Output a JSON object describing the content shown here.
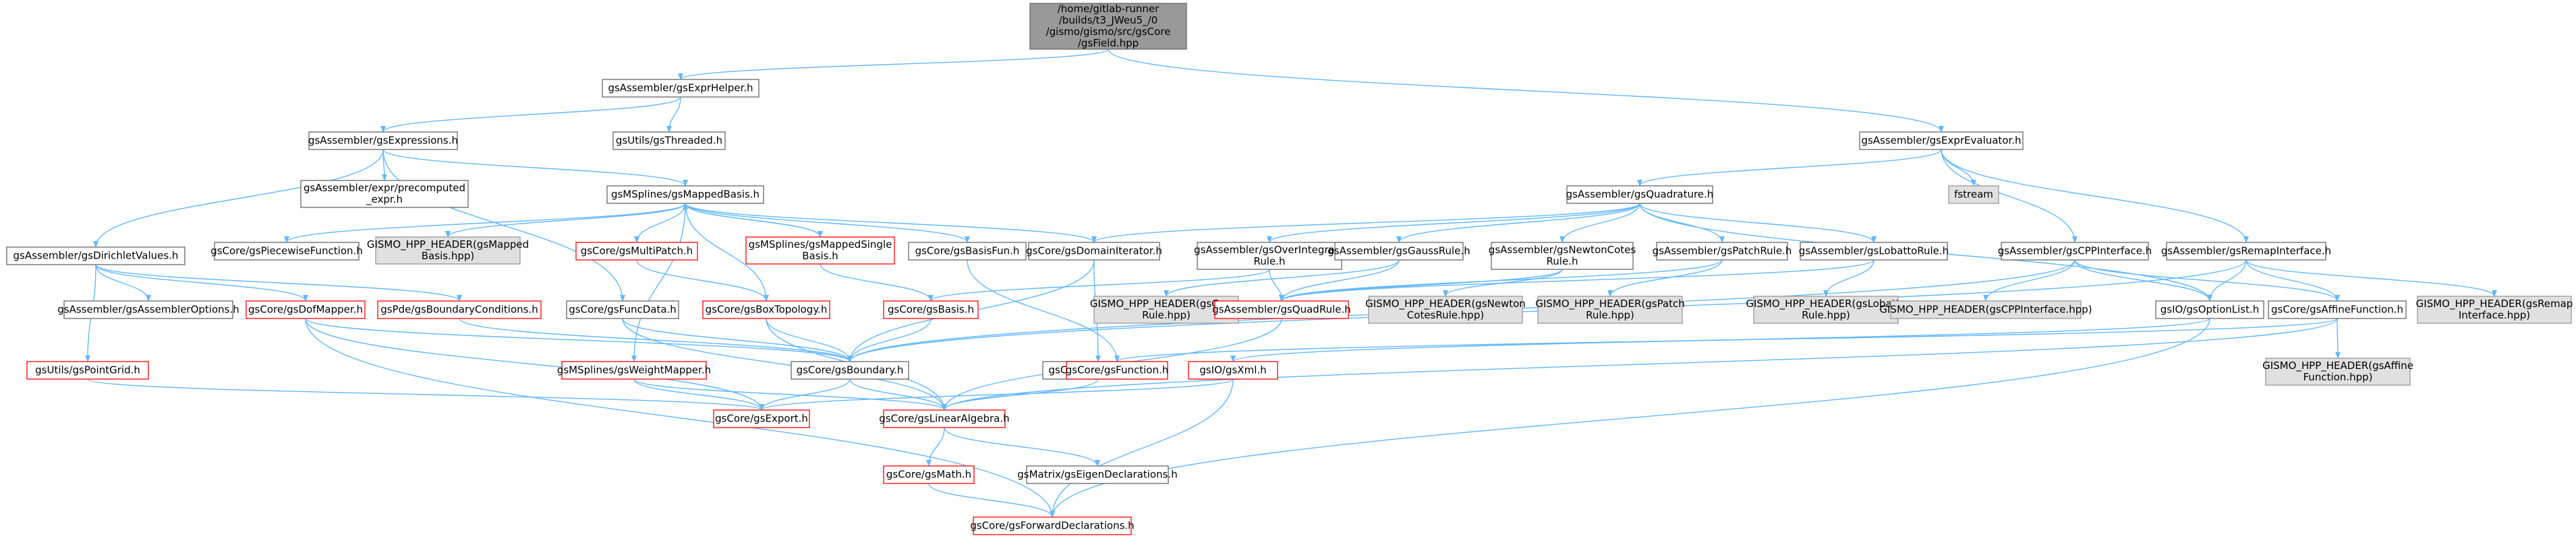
{
  "diagram": {
    "type": "include-dependency-graph",
    "colors": {
      "edge": "#63b8ff",
      "root_fill": "#999999",
      "root_border": "#666666",
      "normal_fill": "#ffffff",
      "normal_border": "#666666",
      "missing_fill": "#e0e0e0",
      "missing_border": "#999999",
      "truncated_fill": "#ffffff",
      "truncated_border": "#ff0000"
    },
    "nodes": [
      {
        "id": "root",
        "kind": "root",
        "lines": [
          "/home/gitlab-runner",
          "/builds/t3_JWeu5_/0",
          "/gismo/gismo/src/gsCore",
          "/gsField.hpp"
        ]
      },
      {
        "id": "exprhelper",
        "kind": "normal",
        "lines": [
          "gsAssembler/gsExprHelper.h"
        ]
      },
      {
        "id": "exprevaluator",
        "kind": "normal",
        "lines": [
          "gsAssembler/gsExprEvaluator.h"
        ]
      },
      {
        "id": "expressions",
        "kind": "normal",
        "lines": [
          "gsAssembler/gsExpressions.h"
        ]
      },
      {
        "id": "threaded",
        "kind": "normal",
        "lines": [
          "gsUtils/gsThreaded.h"
        ]
      },
      {
        "id": "precomputed",
        "kind": "normal",
        "lines": [
          "gsAssembler/expr/precomputed",
          "_expr.h"
        ]
      },
      {
        "id": "mappedbasis",
        "kind": "normal",
        "lines": [
          "gsMSplines/gsMappedBasis.h"
        ]
      },
      {
        "id": "dirichlet",
        "kind": "normal",
        "lines": [
          "gsAssembler/gsDirichletValues.h"
        ]
      },
      {
        "id": "piecewise",
        "kind": "normal",
        "lines": [
          "gsCore/gsPiecewiseFunction.h"
        ]
      },
      {
        "id": "hpp_mappedbasis",
        "kind": "missing",
        "lines": [
          "GISMO_HPP_HEADER(gsMapped",
          "Basis.hpp)"
        ]
      },
      {
        "id": "multipatch",
        "kind": "truncated",
        "lines": [
          "gsCore/gsMultiPatch.h"
        ]
      },
      {
        "id": "mappedsingle",
        "kind": "truncated",
        "lines": [
          "gsMSplines/gsMappedSingle",
          "Basis.h"
        ]
      },
      {
        "id": "basisfun",
        "kind": "normal",
        "lines": [
          "gsCore/gsBasisFun.h"
        ]
      },
      {
        "id": "domainiter",
        "kind": "normal",
        "lines": [
          "gsCore/gsDomainIterator.h"
        ]
      },
      {
        "id": "quadrature",
        "kind": "normal",
        "lines": [
          "gsAssembler/gsQuadrature.h"
        ]
      },
      {
        "id": "fstream",
        "kind": "missing",
        "lines": [
          "fstream"
        ]
      },
      {
        "id": "cppinterface",
        "kind": "normal",
        "lines": [
          "gsAssembler/gsCPPInterface.h"
        ]
      },
      {
        "id": "remapinterface",
        "kind": "normal",
        "lines": [
          "gsAssembler/gsRemapInterface.h"
        ]
      },
      {
        "id": "overintegrate",
        "kind": "normal",
        "lines": [
          "gsAssembler/gsOverIntegrate",
          "Rule.h"
        ]
      },
      {
        "id": "gaussrule",
        "kind": "normal",
        "lines": [
          "gsAssembler/gsGaussRule.h"
        ]
      },
      {
        "id": "newtoncotes",
        "kind": "normal",
        "lines": [
          "gsAssembler/gsNewtonCotes",
          "Rule.h"
        ]
      },
      {
        "id": "patchrule",
        "kind": "normal",
        "lines": [
          "gsAssembler/gsPatchRule.h"
        ]
      },
      {
        "id": "lobattorule",
        "kind": "normal",
        "lines": [
          "gsAssembler/gsLobattoRule.h"
        ]
      },
      {
        "id": "assembleroptions",
        "kind": "normal",
        "lines": [
          "gsAssembler/gsAssemblerOptions.h"
        ]
      },
      {
        "id": "dofmapper",
        "kind": "truncated",
        "lines": [
          "gsCore/gsDofMapper.h"
        ]
      },
      {
        "id": "boundarycond",
        "kind": "truncated",
        "lines": [
          "gsPde/gsBoundaryConditions.h"
        ]
      },
      {
        "id": "funcdata",
        "kind": "normal",
        "lines": [
          "gsCore/gsFuncData.h"
        ]
      },
      {
        "id": "boxtopology",
        "kind": "truncated",
        "lines": [
          "gsCore/gsBoxTopology.h"
        ]
      },
      {
        "id": "basis",
        "kind": "truncated",
        "lines": [
          "gsCore/gsBasis.h"
        ]
      },
      {
        "id": "hpp_gauss",
        "kind": "missing",
        "lines": [
          "GISMO_HPP_HEADER(gsGauss",
          "Rule.hpp)"
        ]
      },
      {
        "id": "quadrule",
        "kind": "truncated",
        "lines": [
          "gsAssembler/gsQuadRule.h"
        ]
      },
      {
        "id": "hpp_newton",
        "kind": "missing",
        "lines": [
          "GISMO_HPP_HEADER(gsNewton",
          "CotesRule.hpp)"
        ]
      },
      {
        "id": "hpp_patch",
        "kind": "missing",
        "lines": [
          "GISMO_HPP_HEADER(gsPatch",
          "Rule.hpp)"
        ]
      },
      {
        "id": "hpp_lobatto",
        "kind": "missing",
        "lines": [
          "GISMO_HPP_HEADER(gsLobatto",
          "Rule.hpp)"
        ]
      },
      {
        "id": "hpp_cpp",
        "kind": "missing",
        "lines": [
          "GISMO_HPP_HEADER(gsCPPInterface.hpp)"
        ]
      },
      {
        "id": "optionlist",
        "kind": "normal",
        "lines": [
          "gsIO/gsOptionList.h"
        ]
      },
      {
        "id": "affinefunction",
        "kind": "normal",
        "lines": [
          "gsCore/gsAffineFunction.h"
        ]
      },
      {
        "id": "hpp_remap",
        "kind": "missing",
        "lines": [
          "GISMO_HPP_HEADER(gsRemap",
          "Interface.hpp)"
        ]
      },
      {
        "id": "pointgrid",
        "kind": "truncated",
        "lines": [
          "gsUtils/gsPointGrid.h"
        ]
      },
      {
        "id": "weightmapper",
        "kind": "truncated",
        "lines": [
          "gsMSplines/gsWeightMapper.h"
        ]
      },
      {
        "id": "boundary",
        "kind": "normal",
        "lines": [
          "gsCore/gsBoundary.h"
        ]
      },
      {
        "id": "domain",
        "kind": "normal",
        "lines": [
          "gsCore/gsDomain.h"
        ]
      },
      {
        "id": "function",
        "kind": "truncated",
        "lines": [
          "gsCore/gsFunction.h"
        ]
      },
      {
        "id": "xml",
        "kind": "truncated",
        "lines": [
          "gsIO/gsXml.h"
        ]
      },
      {
        "id": "hpp_affine",
        "kind": "missing",
        "lines": [
          "GISMO_HPP_HEADER(gsAffine",
          "Function.hpp)"
        ]
      },
      {
        "id": "export",
        "kind": "truncated",
        "lines": [
          "gsCore/gsExport.h"
        ]
      },
      {
        "id": "linearalgebra",
        "kind": "truncated",
        "lines": [
          "gsCore/gsLinearAlgebra.h"
        ]
      },
      {
        "id": "math",
        "kind": "truncated",
        "lines": [
          "gsCore/gsMath.h"
        ]
      },
      {
        "id": "eigendecl",
        "kind": "normal",
        "lines": [
          "gsMatrix/gsEigenDeclarations.h"
        ]
      },
      {
        "id": "forwarddecl",
        "kind": "truncated",
        "lines": [
          "gsCore/gsForwardDeclarations.h"
        ]
      }
    ],
    "edges": [
      [
        "root",
        "exprhelper"
      ],
      [
        "root",
        "exprevaluator"
      ],
      [
        "exprhelper",
        "expressions"
      ],
      [
        "exprhelper",
        "threaded"
      ],
      [
        "expressions",
        "precomputed"
      ],
      [
        "expressions",
        "mappedbasis"
      ],
      [
        "expressions",
        "dirichlet"
      ],
      [
        "expressions",
        "funcdata"
      ],
      [
        "mappedbasis",
        "piecewise"
      ],
      [
        "mappedbasis",
        "hpp_mappedbasis"
      ],
      [
        "mappedbasis",
        "multipatch"
      ],
      [
        "mappedbasis",
        "mappedsingle"
      ],
      [
        "mappedbasis",
        "basisfun"
      ],
      [
        "mappedbasis",
        "domainiter"
      ],
      [
        "mappedbasis",
        "boxtopology"
      ],
      [
        "mappedbasis",
        "weightmapper"
      ],
      [
        "mappedsingle",
        "mappedbasis"
      ],
      [
        "mappedsingle",
        "basis"
      ],
      [
        "multipatch",
        "boxtopology"
      ],
      [
        "dirichlet",
        "assembleroptions"
      ],
      [
        "dirichlet",
        "dofmapper"
      ],
      [
        "dirichlet",
        "boundarycond"
      ],
      [
        "dirichlet",
        "pointgrid"
      ],
      [
        "dofmapper",
        "boundary"
      ],
      [
        "dofmapper",
        "export"
      ],
      [
        "dofmapper",
        "forwarddecl"
      ],
      [
        "boundarycond",
        "boundary"
      ],
      [
        "funcdata",
        "boundary"
      ],
      [
        "funcdata",
        "linearalgebra"
      ],
      [
        "boxtopology",
        "boundary"
      ],
      [
        "boxtopology",
        "linearalgebra"
      ],
      [
        "basis",
        "boundary"
      ],
      [
        "basisfun",
        "function"
      ],
      [
        "domainiter",
        "boundary"
      ],
      [
        "domainiter",
        "domain"
      ],
      [
        "pointgrid",
        "export"
      ],
      [
        "weightmapper",
        "export"
      ],
      [
        "weightmapper",
        "linearalgebra"
      ],
      [
        "boundary",
        "export"
      ],
      [
        "boundary",
        "linearalgebra"
      ],
      [
        "domain",
        "linearalgebra"
      ],
      [
        "linearalgebra",
        "math"
      ],
      [
        "linearalgebra",
        "eigendecl"
      ],
      [
        "math",
        "forwarddecl"
      ],
      [
        "exprevaluator",
        "quadrature"
      ],
      [
        "exprevaluator",
        "fstream"
      ],
      [
        "exprevaluator",
        "cppinterface"
      ],
      [
        "exprevaluator",
        "remapinterface"
      ],
      [
        "quadrature",
        "domainiter"
      ],
      [
        "quadrature",
        "overintegrate"
      ],
      [
        "quadrature",
        "gaussrule"
      ],
      [
        "quadrature",
        "newtoncotes"
      ],
      [
        "quadrature",
        "patchrule"
      ],
      [
        "quadrature",
        "lobattorule"
      ],
      [
        "quadrature",
        "optionlist"
      ],
      [
        "overintegrate",
        "quadrule"
      ],
      [
        "overintegrate",
        "basis"
      ],
      [
        "gaussrule",
        "quadrule"
      ],
      [
        "gaussrule",
        "hpp_gauss"
      ],
      [
        "newtoncotes",
        "quadrule"
      ],
      [
        "newtoncotes",
        "hpp_newton"
      ],
      [
        "patchrule",
        "quadrule"
      ],
      [
        "patchrule",
        "hpp_patch"
      ],
      [
        "lobattorule",
        "quadrule"
      ],
      [
        "lobattorule",
        "hpp_lobatto"
      ],
      [
        "quadrule",
        "linearalgebra"
      ],
      [
        "cppinterface",
        "hpp_cpp"
      ],
      [
        "cppinterface",
        "optionlist"
      ],
      [
        "cppinterface",
        "affinefunction"
      ],
      [
        "cppinterface",
        "boundary"
      ],
      [
        "remapinterface",
        "optionlist"
      ],
      [
        "remapinterface",
        "affinefunction"
      ],
      [
        "remapinterface",
        "hpp_remap"
      ],
      [
        "remapinterface",
        "boundary"
      ],
      [
        "optionlist",
        "xml"
      ],
      [
        "optionlist",
        "forwarddecl"
      ],
      [
        "affinefunction",
        "function"
      ],
      [
        "affinefunction",
        "hpp_affine"
      ],
      [
        "affinefunction",
        "linearalgebra"
      ],
      [
        "xml",
        "export"
      ],
      [
        "xml",
        "forwarddecl"
      ]
    ]
  }
}
